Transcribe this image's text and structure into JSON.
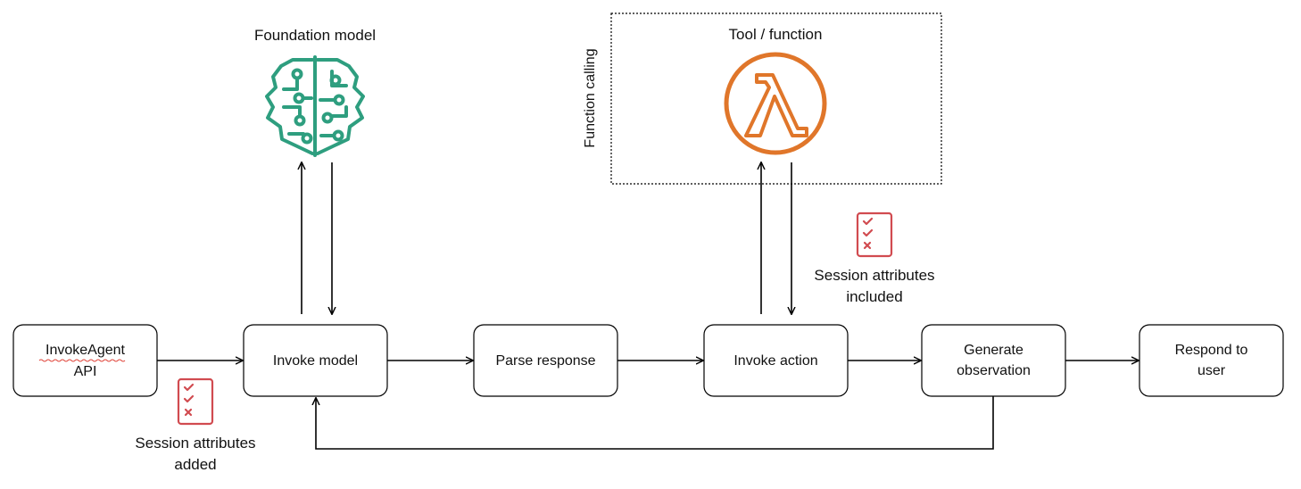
{
  "diagram": {
    "nodes": {
      "invoke_agent": [
        "InvokeAgent",
        "API"
      ],
      "invoke_model": [
        "Invoke model"
      ],
      "parse_response": [
        "Parse response"
      ],
      "invoke_action": [
        "Invoke action"
      ],
      "generate_observation": [
        "Generate",
        "observation"
      ],
      "respond": [
        "Respond to",
        "user"
      ]
    },
    "foundation_model": {
      "label": "Foundation model",
      "icon": "brain-circuit-icon",
      "color": "#2e9e7f"
    },
    "tool_box": {
      "label": "Tool / function",
      "side_label": "Function calling",
      "icon": "lambda-icon",
      "color": "#e0762a"
    },
    "session_added": {
      "lines": [
        "Session attributes",
        "added"
      ],
      "icon": "checklist-icon",
      "color": "#d14b50"
    },
    "session_included": {
      "lines": [
        "Session attributes",
        "included"
      ],
      "icon": "checklist-icon",
      "color": "#d14b50"
    }
  }
}
